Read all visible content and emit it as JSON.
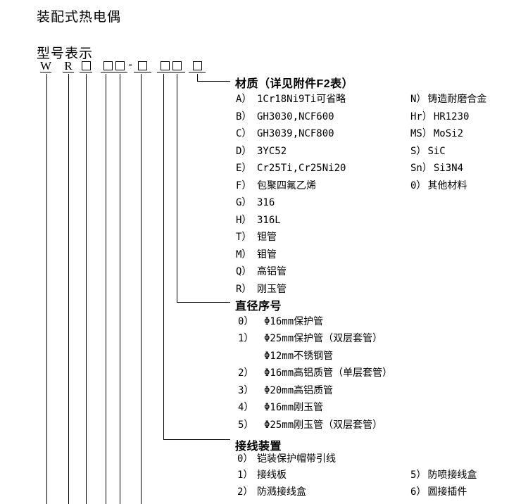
{
  "title": "装配式热电偶",
  "subtitle": "型号表示",
  "code": {
    "letter1": "W",
    "letter2": "R",
    "dash": "-"
  },
  "sections": {
    "material": {
      "title": "材质（详见附件F2表）",
      "left": [
        {
          "code": "A）",
          "label": "1Cr18Ni9Ti可省略"
        },
        {
          "code": "B）",
          "label": "GH3030,NCF600"
        },
        {
          "code": "C）",
          "label": "GH3039,NCF800"
        },
        {
          "code": "D）",
          "label": "3YC52"
        },
        {
          "code": "E）",
          "label": "Cr25Ti,Cr25Ni20"
        },
        {
          "code": "F）",
          "label": "包聚四氟乙烯"
        },
        {
          "code": "G）",
          "label": "316"
        },
        {
          "code": "H）",
          "label": "316L"
        },
        {
          "code": "T）",
          "label": "钽管"
        },
        {
          "code": "M）",
          "label": "钼管"
        },
        {
          "code": "Q）",
          "label": "高铝管"
        },
        {
          "code": "R）",
          "label": "刚玉管"
        }
      ],
      "right": [
        {
          "code": "N）",
          "label": "铸造耐磨合金"
        },
        {
          "code": "Hr）",
          "label": "HR1230"
        },
        {
          "code": "MS）",
          "label": "MoSi2"
        },
        {
          "code": "S）",
          "label": "SiC"
        },
        {
          "code": "Sn）",
          "label": "Si3N4"
        },
        {
          "code": "0）",
          "label": "其他材料"
        }
      ]
    },
    "diameter": {
      "title": "直径序号",
      "items": [
        {
          "code": "0）",
          "label": "Φ16mm保护管"
        },
        {
          "code": "1）",
          "label": "Φ25mm保护管（双层套管）"
        },
        {
          "code": "",
          "label": "Φ12mm不锈钢管"
        },
        {
          "code": "2）",
          "label": "Φ16mm高铝质管（单层套管）"
        },
        {
          "code": "3）",
          "label": "Φ20mm高铝质管"
        },
        {
          "code": "4）",
          "label": "Φ16mm刚玉管"
        },
        {
          "code": "5）",
          "label": "Φ25mm刚玉管（双层套管）"
        }
      ]
    },
    "terminal": {
      "title": "接线装置",
      "left": [
        {
          "code": "0）",
          "label": "铠装保护帽带引线"
        },
        {
          "code": "1）",
          "label": "接线板"
        },
        {
          "code": "2）",
          "label": "防溅接线盒"
        }
      ],
      "right": [
        {
          "code": "5）",
          "label": "防喷接线盒"
        },
        {
          "code": "6）",
          "label": "圆接插件"
        }
      ]
    }
  }
}
